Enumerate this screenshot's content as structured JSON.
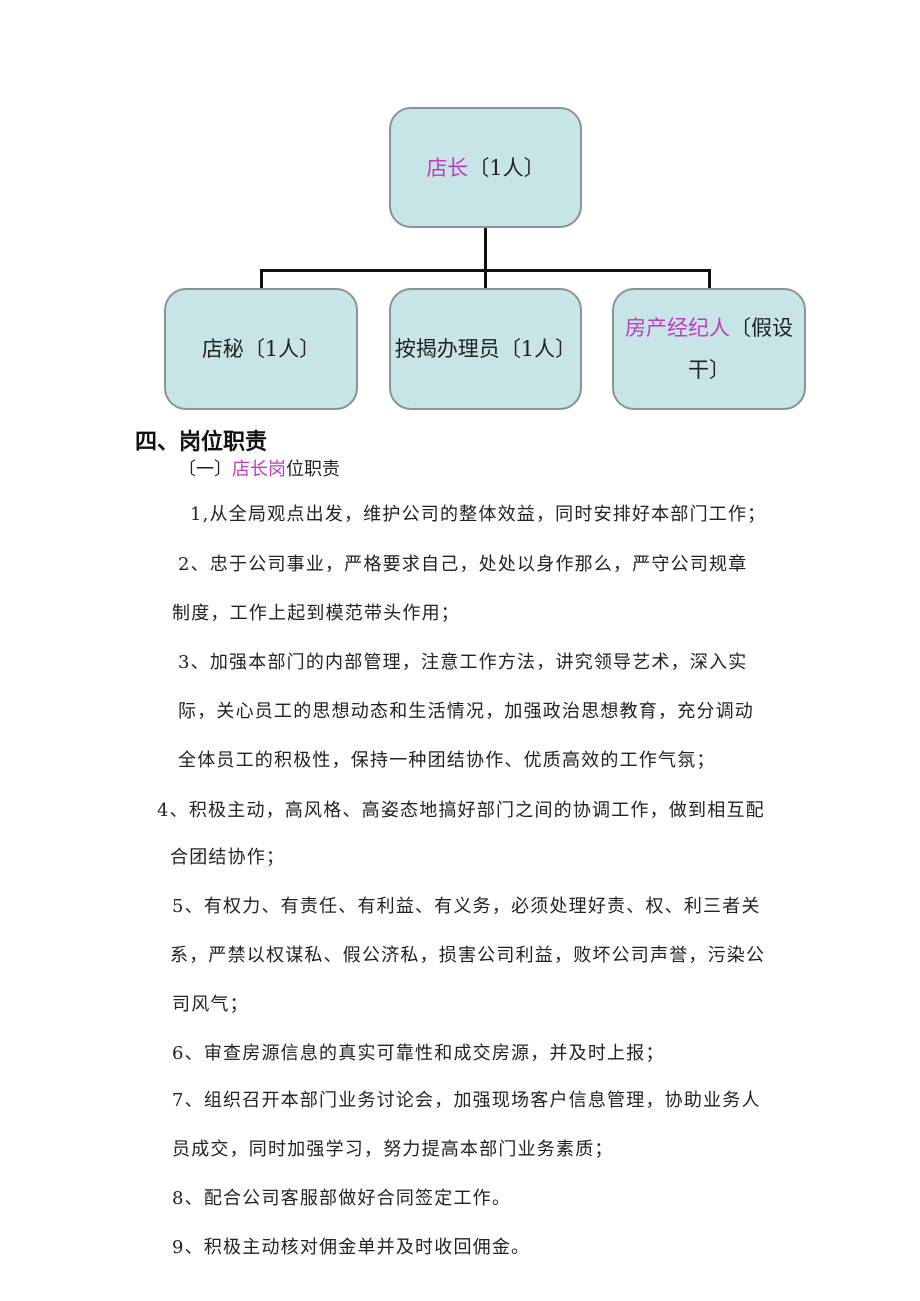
{
  "org_chart": {
    "top": {
      "name": "店长",
      "count": "〔1人〕"
    },
    "children": [
      {
        "name": "店秘",
        "count": "〔1人〕"
      },
      {
        "name": "按揭办理员",
        "count": "〔1人〕"
      },
      {
        "name": "房产经纪人",
        "count_line1": "〔假设",
        "count_line2": "干〕"
      }
    ]
  },
  "section": {
    "heading": "四、岗位职责",
    "subheading_prefix": "〔一〕",
    "subheading_highlight": "店长岗",
    "subheading_suffix": "位职责"
  },
  "duties": [
    "1,从全局观点出发，维护公司的整体效益，同时安排好本部门工作；",
    "2、忠于公司事业，严格要求自己，处处以身作那么，严守公司规章",
    "制度，工作上起到模范带头作用；",
    "3、加强本部门的内部管理，注意工作方法，讲究领导艺术，深入实",
    "际，关心员工的思想动态和生活情况，加强政治思想教育，充分调动",
    "全体员工的积极性，保持一种团结协作、优质高效的工作气氛；",
    "4、积极主动，高风格、高姿态地搞好部门之间的协调工作，做到相互配",
    "合团结协作；",
    "5、有权力、有责任、有利益、有义务，必须处理好责、权、利三者关",
    "系，严禁以权谋私、假公济私，损害公司利益，败坏公司声誉，污染公",
    "司风气；",
    "6、审查房源信息的真实可靠性和成交房源，并及时上报；",
    "7、组织召开本部门业务讨论会，加强现场客户信息管理，协助业务人",
    "员成交，同时加强学习，努力提高本部门业务素质；",
    "8、配合公司客服部做好合同签定工作。",
    "9、积极主动核对佣金单并及时收回佣金。"
  ]
}
